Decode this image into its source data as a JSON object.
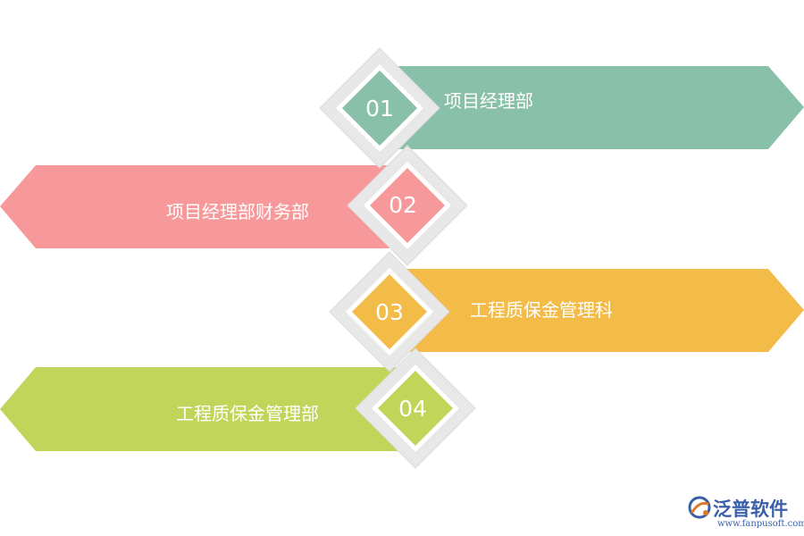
{
  "steps": [
    {
      "number": "01",
      "label": "项目经理部",
      "color": "#88c0aa"
    },
    {
      "number": "02",
      "label": "项目经理部财务部",
      "color": "#f7999a"
    },
    {
      "number": "03",
      "label": "工程质保金管理科",
      "color": "#f3bb48"
    },
    {
      "number": "04",
      "label": "工程质保金管理部",
      "color": "#c0d55a"
    }
  ],
  "frame_color": "#e8e8e8",
  "logo": {
    "name": "泛普软件",
    "url": "www.fanpusoft.com",
    "icon": "fanpu-logo-icon",
    "color": "#3a5fa8"
  }
}
